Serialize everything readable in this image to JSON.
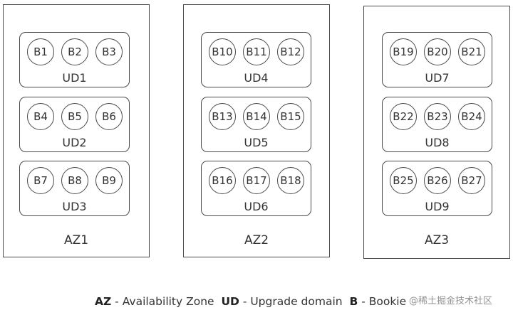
{
  "zones": [
    {
      "label": "AZ1",
      "domains": [
        {
          "label": "UD1",
          "bookies": [
            "B1",
            "B2",
            "B3"
          ]
        },
        {
          "label": "UD2",
          "bookies": [
            "B4",
            "B5",
            "B6"
          ]
        },
        {
          "label": "UD3",
          "bookies": [
            "B7",
            "B8",
            "B9"
          ]
        }
      ]
    },
    {
      "label": "AZ2",
      "domains": [
        {
          "label": "UD4",
          "bookies": [
            "B10",
            "B11",
            "B12"
          ]
        },
        {
          "label": "UD5",
          "bookies": [
            "B13",
            "B14",
            "B15"
          ]
        },
        {
          "label": "UD6",
          "bookies": [
            "B16",
            "B17",
            "B18"
          ]
        }
      ]
    },
    {
      "label": "AZ3",
      "domains": [
        {
          "label": "UD7",
          "bookies": [
            "B19",
            "B20",
            "B21"
          ]
        },
        {
          "label": "UD8",
          "bookies": [
            "B22",
            "B23",
            "B24"
          ]
        },
        {
          "label": "UD9",
          "bookies": [
            "B25",
            "B26",
            "B27"
          ]
        }
      ]
    }
  ],
  "legend": {
    "az_key": "AZ",
    "az_text": " - Availability Zone  ",
    "ud_key": "UD",
    "ud_text": " - Upgrade domain  ",
    "b_key": "B",
    "b_text": " - Bookie"
  },
  "watermark": "@稀土掘金技术社区"
}
